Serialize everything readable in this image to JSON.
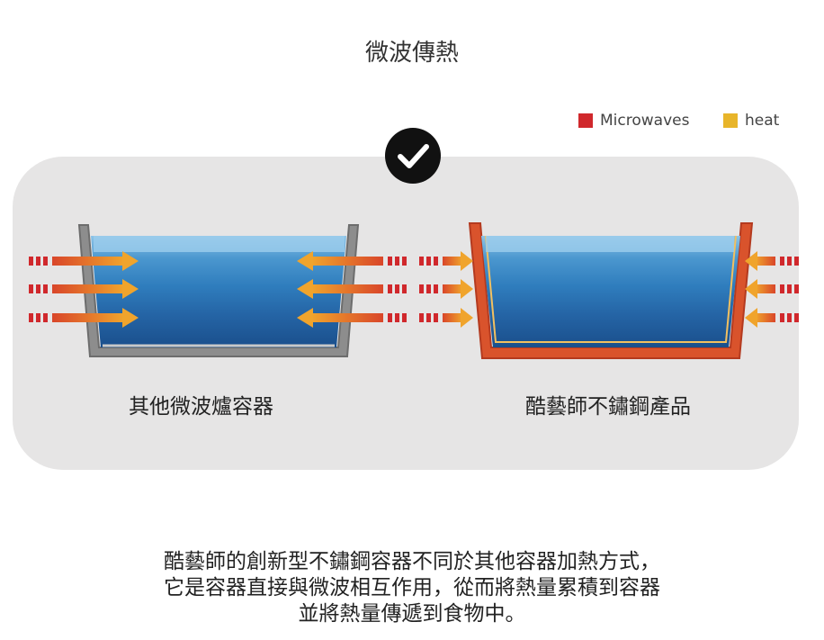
{
  "title": "微波傳熱",
  "legend": [
    {
      "label": "Microwaves",
      "color": "#d0282c"
    },
    {
      "label": "heat",
      "color": "#e8b52a"
    }
  ],
  "check_icon": "checkmark-icon",
  "left_caption": "其他微波爐容器",
  "right_caption": "酷藝師不鏽鋼產品",
  "description": [
    "酷藝師的創新型不鏽鋼容器不同於其他容器加熱方式，",
    "它是容器直接與微波相互作用，從而將熱量累積到容器",
    "並將熱量傳遞到食物中。"
  ],
  "colors": {
    "panel": "#e6e5e5",
    "microwave": "#d0282c",
    "heat": "#e8b52a",
    "arrow_orange": "#e07b2c",
    "water_top": "#7ab8e0",
    "water_bottom": "#1a4f8c"
  }
}
